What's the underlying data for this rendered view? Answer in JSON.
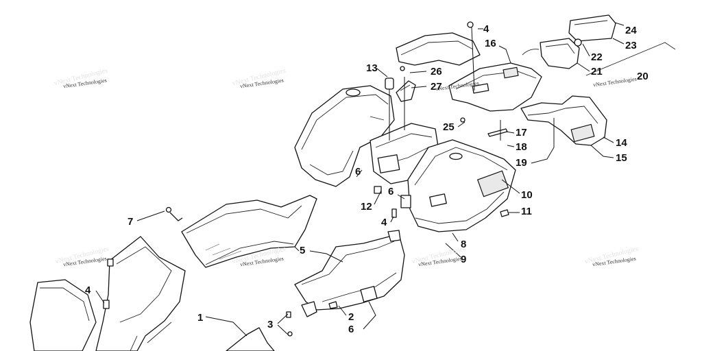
{
  "watermark": "vNext Technologies",
  "callouts": [
    "4",
    "24",
    "16",
    "23",
    "22",
    "13",
    "26",
    "21",
    "20",
    "27",
    "25",
    "17",
    "14",
    "18",
    "15",
    "19",
    "6",
    "6",
    "10",
    "12",
    "11",
    "7",
    "4",
    "8",
    "5",
    "9",
    "4",
    "1",
    "2",
    "3",
    "6"
  ],
  "colors": {
    "line": "#111111",
    "background": "#ffffff"
  }
}
